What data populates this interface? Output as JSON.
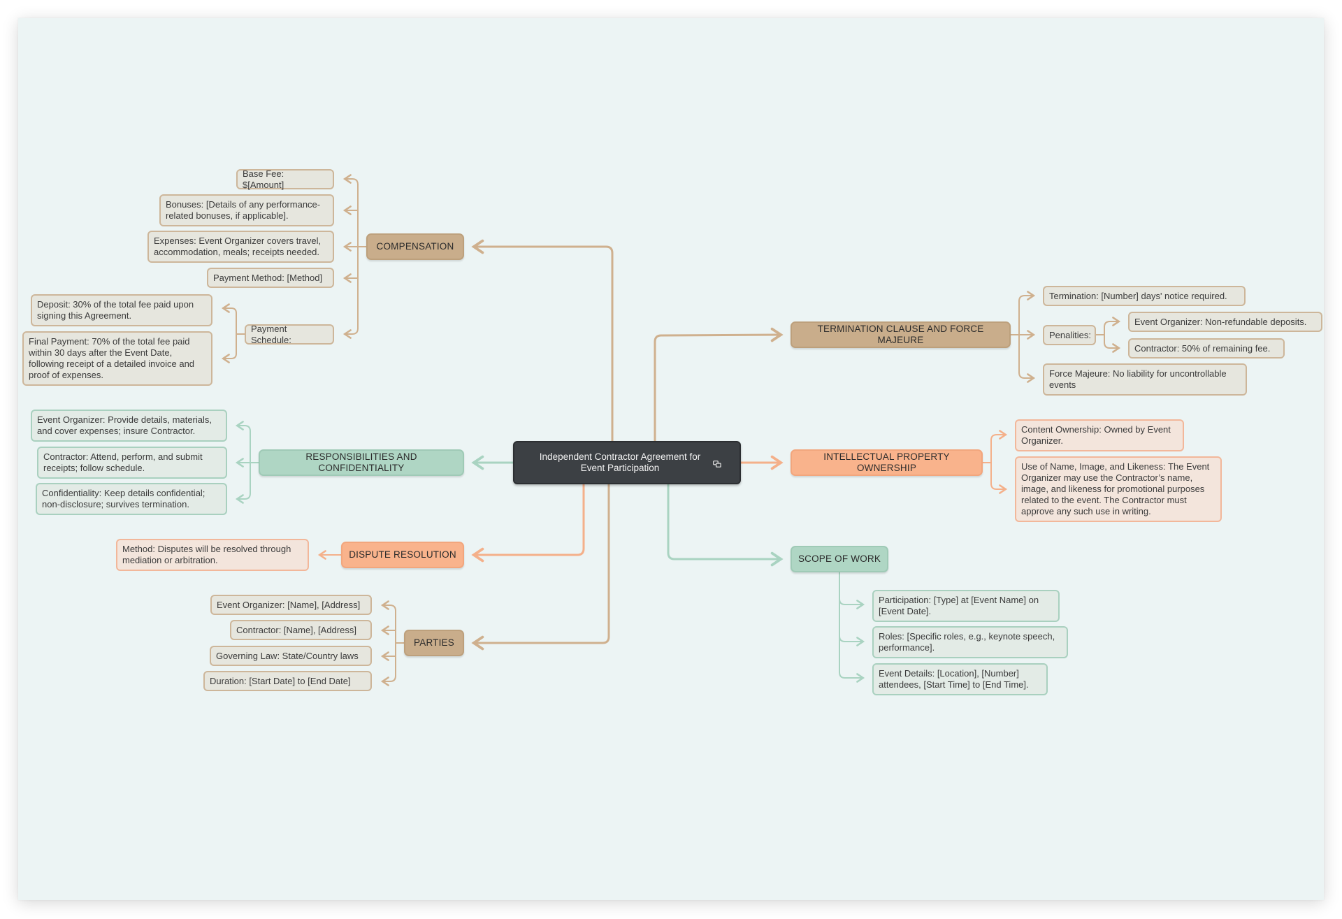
{
  "colors": {
    "tan": "#c9ad8b",
    "green": "#afd6c4",
    "orange": "#f9b38c",
    "central": "#3c4044",
    "tan_line": "#cfb08e",
    "green_line": "#a9d3c1",
    "orange_line": "#f4b08a"
  },
  "central": {
    "label": "Independent Contractor Agreement for Event Participation",
    "icon": "linked-topic-icon"
  },
  "branches": {
    "compensation": {
      "label": "COMPENSATION",
      "base_fee": "Base Fee: $[Amount]",
      "bonuses": "Bonuses: [Details of any performance-related bonuses, if applicable].",
      "expenses": "Expenses: Event Organizer covers travel, accommodation, meals; receipts needed.",
      "payment_method": "Payment Method: [Method]",
      "payment_schedule": {
        "label": "Payment Schedule:",
        "deposit": "Deposit: 30% of the total fee paid upon signing this Agreement.",
        "final_payment": "Final Payment: 70% of the total fee paid within 30 days after the Event Date, following receipt of a detailed invoice and proof of expenses."
      }
    },
    "responsibilities": {
      "label": "RESPONSIBILITIES AND CONFIDENTIALITY",
      "organizer": "Event Organizer: Provide details, materials, and cover expenses; insure Contractor.",
      "contractor": "Contractor: Attend, perform, and submit receipts; follow schedule.",
      "confidentiality": "Confidentiality: Keep details confidential; non-disclosure; survives termination."
    },
    "dispute": {
      "label": "DISPUTE RESOLUTION",
      "method": "Method: Disputes will be resolved through mediation or arbitration."
    },
    "parties": {
      "label": "PARTIES",
      "organizer": "Event Organizer: [Name], [Address]",
      "contractor": "Contractor: [Name], [Address]",
      "governing_law": "Governing Law: State/Country laws",
      "duration": "Duration: [Start Date] to [End Date]"
    },
    "termination": {
      "label": "TERMINATION CLAUSE AND FORCE MAJEURE",
      "termination": "Termination: [Number] days' notice required.",
      "penalities": {
        "label": "Penalities:",
        "organizer": "Event Organizer: Non-refundable deposits.",
        "contractor": "Contractor: 50% of remaining fee."
      },
      "force_majeure": "Force Majeure: No liability for uncontrollable events"
    },
    "ip": {
      "label": "INTELLECTUAL PROPERTY OWNERSHIP",
      "content": "Content Ownership: Owned by Event Organizer.",
      "likeness": "Use of Name, Image, and Likeness: The Event Organizer may use the Contractor’s name, image, and likeness for promotional purposes related to the event. The Contractor must approve any such use in writing."
    },
    "scope": {
      "label": "SCOPE OF WORK",
      "participation": "Participation: [Type] at [Event Name] on [Event Date].",
      "roles": "Roles: [Specific roles, e.g., keynote speech, performance].",
      "details": "Event Details: [Location], [Number] attendees, [Start Time] to [End Time]."
    }
  }
}
